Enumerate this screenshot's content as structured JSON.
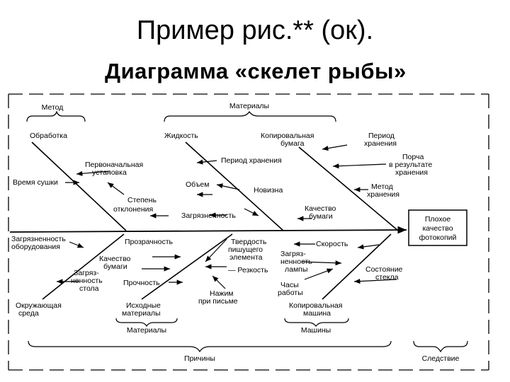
{
  "slide": {
    "title": "Пример рис.** (ок)."
  },
  "diagram": {
    "title": "Диаграмма «скелет рыбы»",
    "head": [
      "Плохое",
      "качество",
      "фотокопий"
    ],
    "groups": {
      "method": "Метод",
      "materials_top": "Материалы",
      "materials_bottom": "Материалы",
      "machines": "Машины",
      "causes": "Причины",
      "effect": "Следствие"
    },
    "labels": {
      "processing": "Обработка",
      "initial_setup": [
        "Первоначальная",
        "установка"
      ],
      "drying_time": "Время сушки",
      "deviation_degree": [
        "Степень",
        "отклонения"
      ],
      "liquid": "Жидкость",
      "copy_paper": [
        "Копировальная",
        "бумага"
      ],
      "period": [
        "Период",
        "хранения"
      ],
      "storage_period": "Период хранения",
      "spoilage": [
        "Порча",
        "в результате",
        "хранения"
      ],
      "volume": "Объем",
      "novelty": "Новизна",
      "storage_method": [
        "Метод",
        "хранения"
      ],
      "contamination": "Загрязненность",
      "paper_quality": [
        "Качество",
        "бумаги"
      ],
      "equipment_contamination": [
        "Загрязненность",
        "оборудования"
      ],
      "transparency": "Прозрачность",
      "paper_quality_2": [
        "Качество",
        "бумаги"
      ],
      "table_contamination": [
        "Загряз-",
        "ненность",
        "стола"
      ],
      "strength": "Прочность",
      "environment": [
        "Окружающая",
        "среда"
      ],
      "source_materials": [
        "Исходные",
        "материалы"
      ],
      "writing_hardness": [
        "Твердость",
        "пишущего",
        "элемента"
      ],
      "sharpness": "— Резкость",
      "pressure": [
        "Нажим",
        "при письме"
      ],
      "speed": "Скорость",
      "lamp_contamination": [
        "Загряз-",
        "ненность",
        "лампы"
      ],
      "work_hours": [
        "Часы",
        "работы"
      ],
      "glass_condition": [
        "Состояние",
        "стекла"
      ],
      "copy_machine": [
        "Копировальная",
        "машина"
      ]
    }
  }
}
